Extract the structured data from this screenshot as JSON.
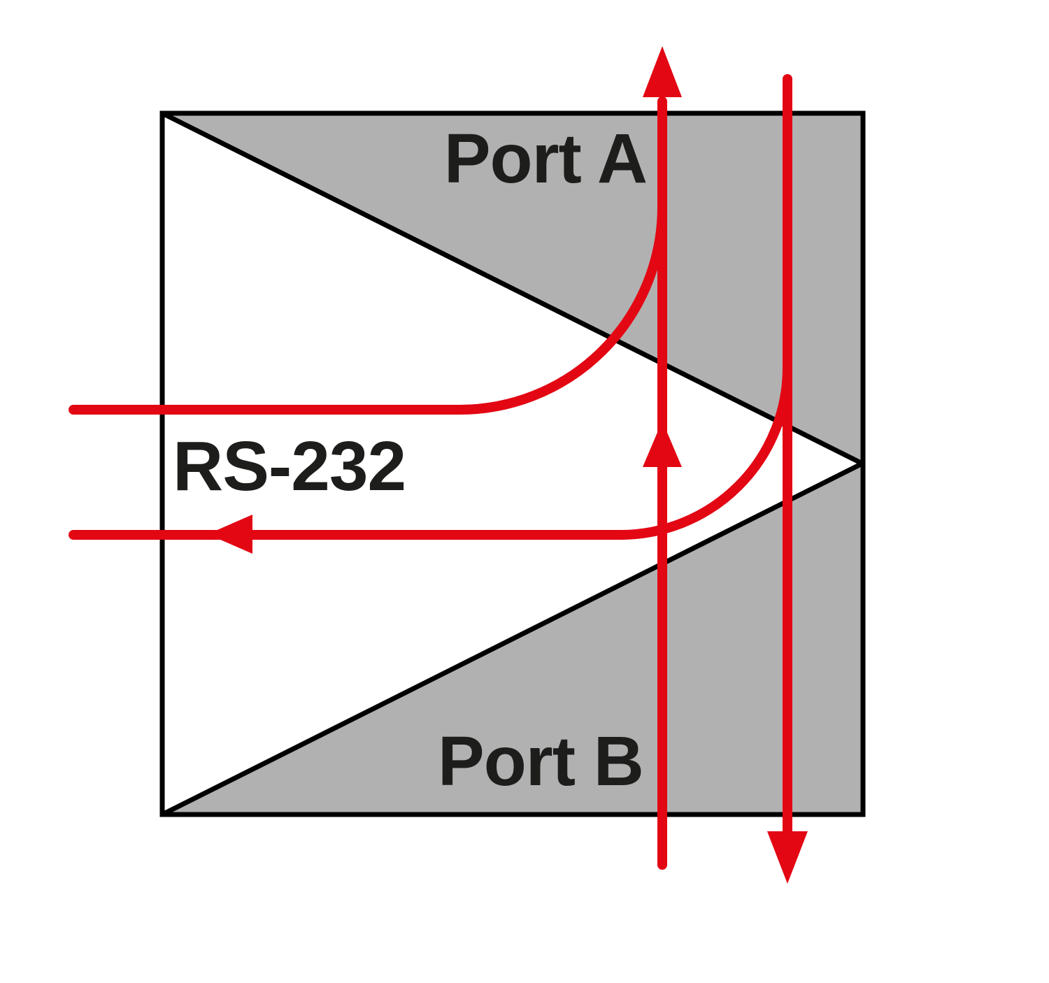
{
  "diagram": {
    "labels": {
      "port_a": "Port A",
      "rs232": "RS-232",
      "port_b": "Port B"
    },
    "colors": {
      "signal_red": "#e30613",
      "body_gray": "#b1b1b1",
      "line_black": "#000000",
      "text_black": "#1d1d1b",
      "background": "#ffffff"
    }
  }
}
